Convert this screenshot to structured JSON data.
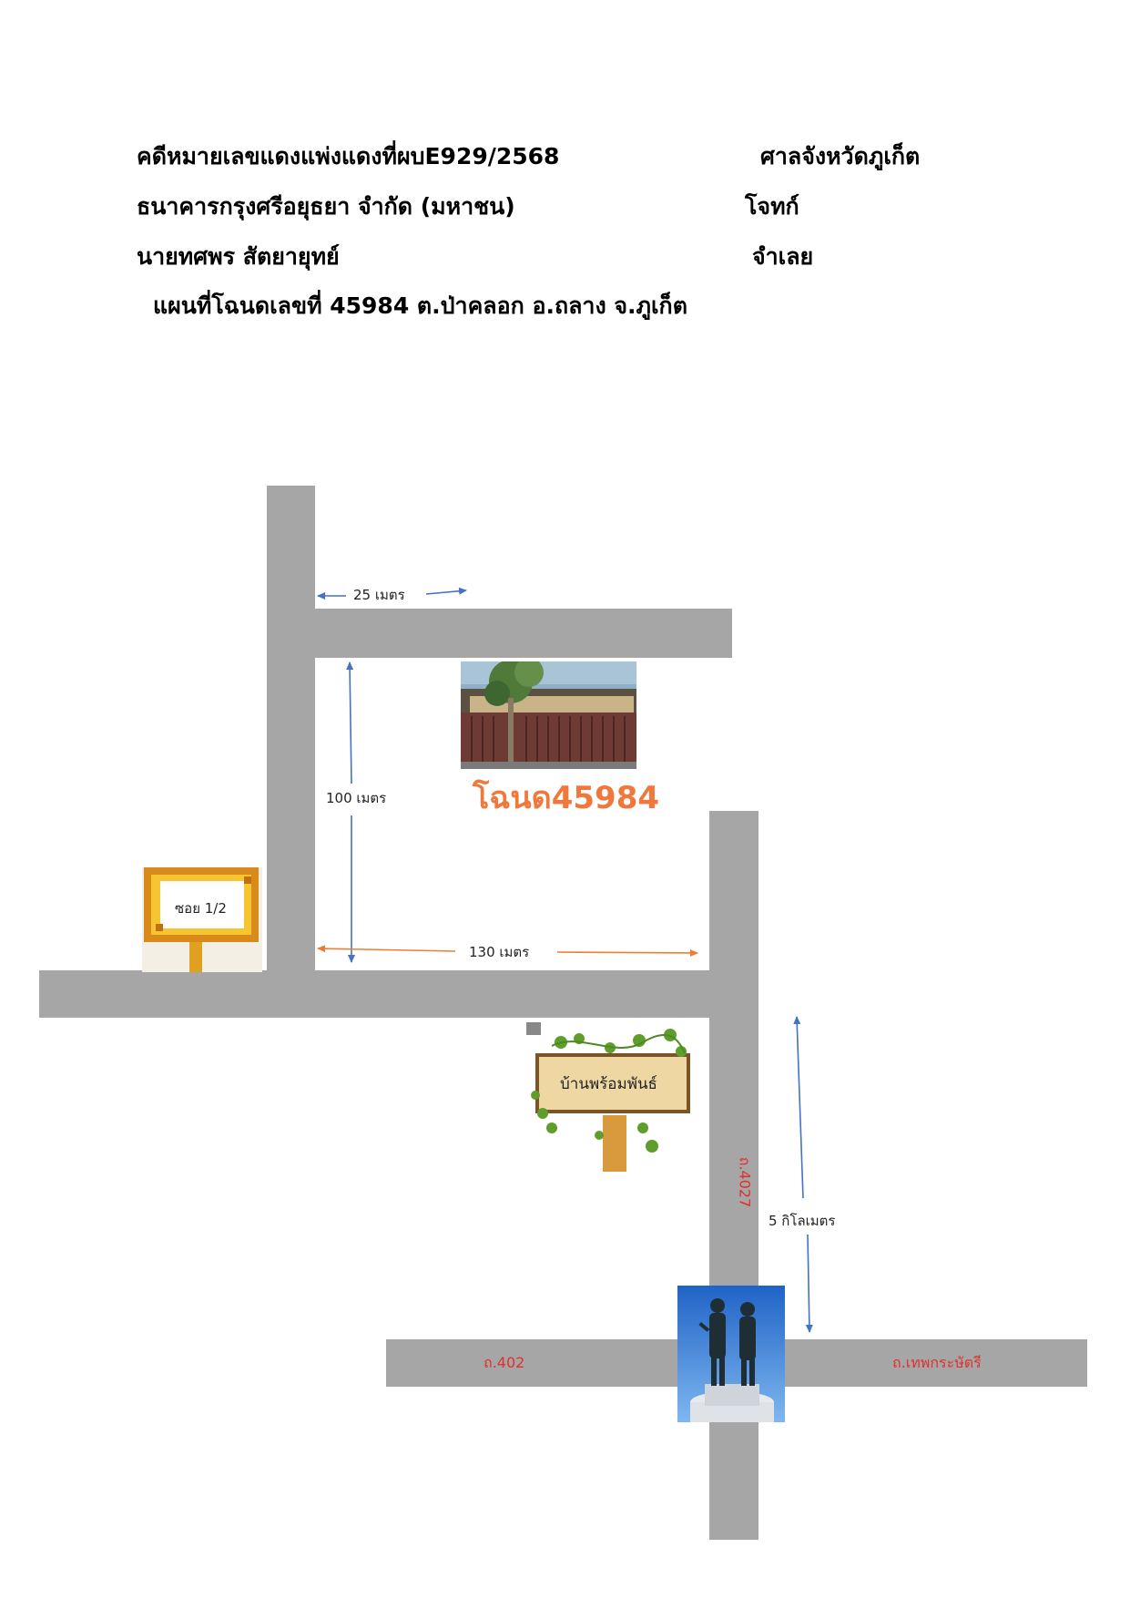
{
  "header": {
    "case_line": "คดีหมายเลขแดงแพ่งแดงที่ผบE929/2568",
    "court": "ศาลจังหวัดภูเก็ต",
    "plaintiff_name": "ธนาคารกรุงศรีอยุธยา จำกัด (มหาชน)",
    "plaintiff_role": "โจทก์",
    "defendant_name": "นายทศพร สัตยายุทย์",
    "defendant_role": "จำเลย",
    "map_title": "แผนที่โฉนดเลขที่ 45984 ต.ป่าคลอก อ.ถลาง จ.ภูเก็ต"
  },
  "map": {
    "dist_25": "25 เมตร",
    "dist_100": "100 เมตร",
    "dist_130": "130 เมตร",
    "dist_5km": "5 กิโลเมตร",
    "deed_label": "โฉนด45984",
    "soi_sign": "ซอย 1/2",
    "ban_sign": "บ้านพร้อมพันธ์",
    "road_4027": "ถ.4027",
    "road_402": "ถ.402",
    "road_thepkrasattri": "ถ.เทพกระษัตรี"
  },
  "colors": {
    "road": "#a6a6a6",
    "arrow_blue": "#4472c4",
    "arrow_orange": "#ed7d31",
    "deed_orange": "#f0783a",
    "road_label_red": "#e03030"
  }
}
